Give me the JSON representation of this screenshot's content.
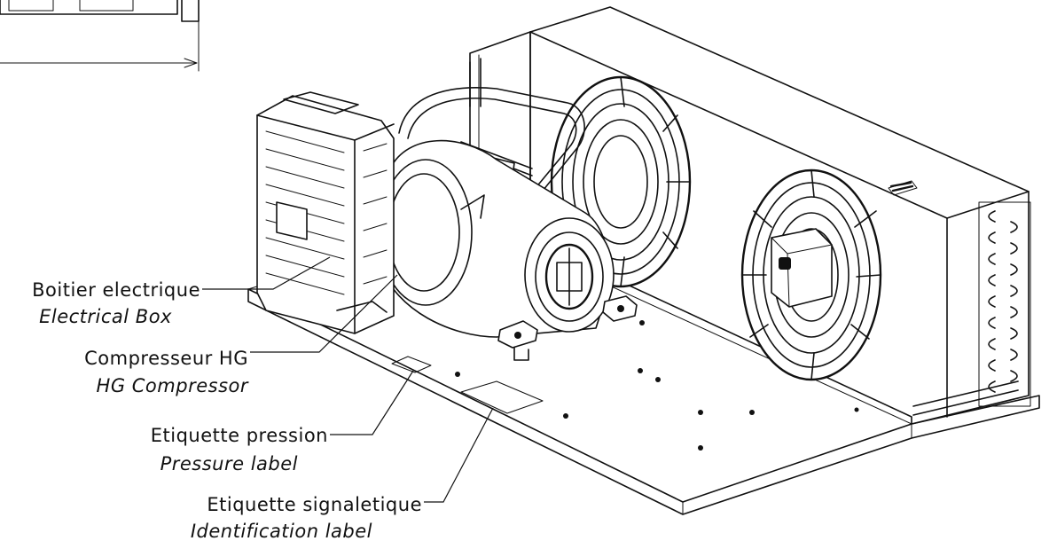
{
  "labels": {
    "electrical_box": {
      "fr": "Boitier electrique",
      "en": "Electrical Box"
    },
    "compressor": {
      "fr": "Compresseur HG",
      "en": "HG Compressor"
    },
    "pressure_label": {
      "fr": "Etiquette pression",
      "en": "Pressure label"
    },
    "identification_label": {
      "fr": "Etiquette signaletique",
      "en": "Identification label"
    }
  }
}
